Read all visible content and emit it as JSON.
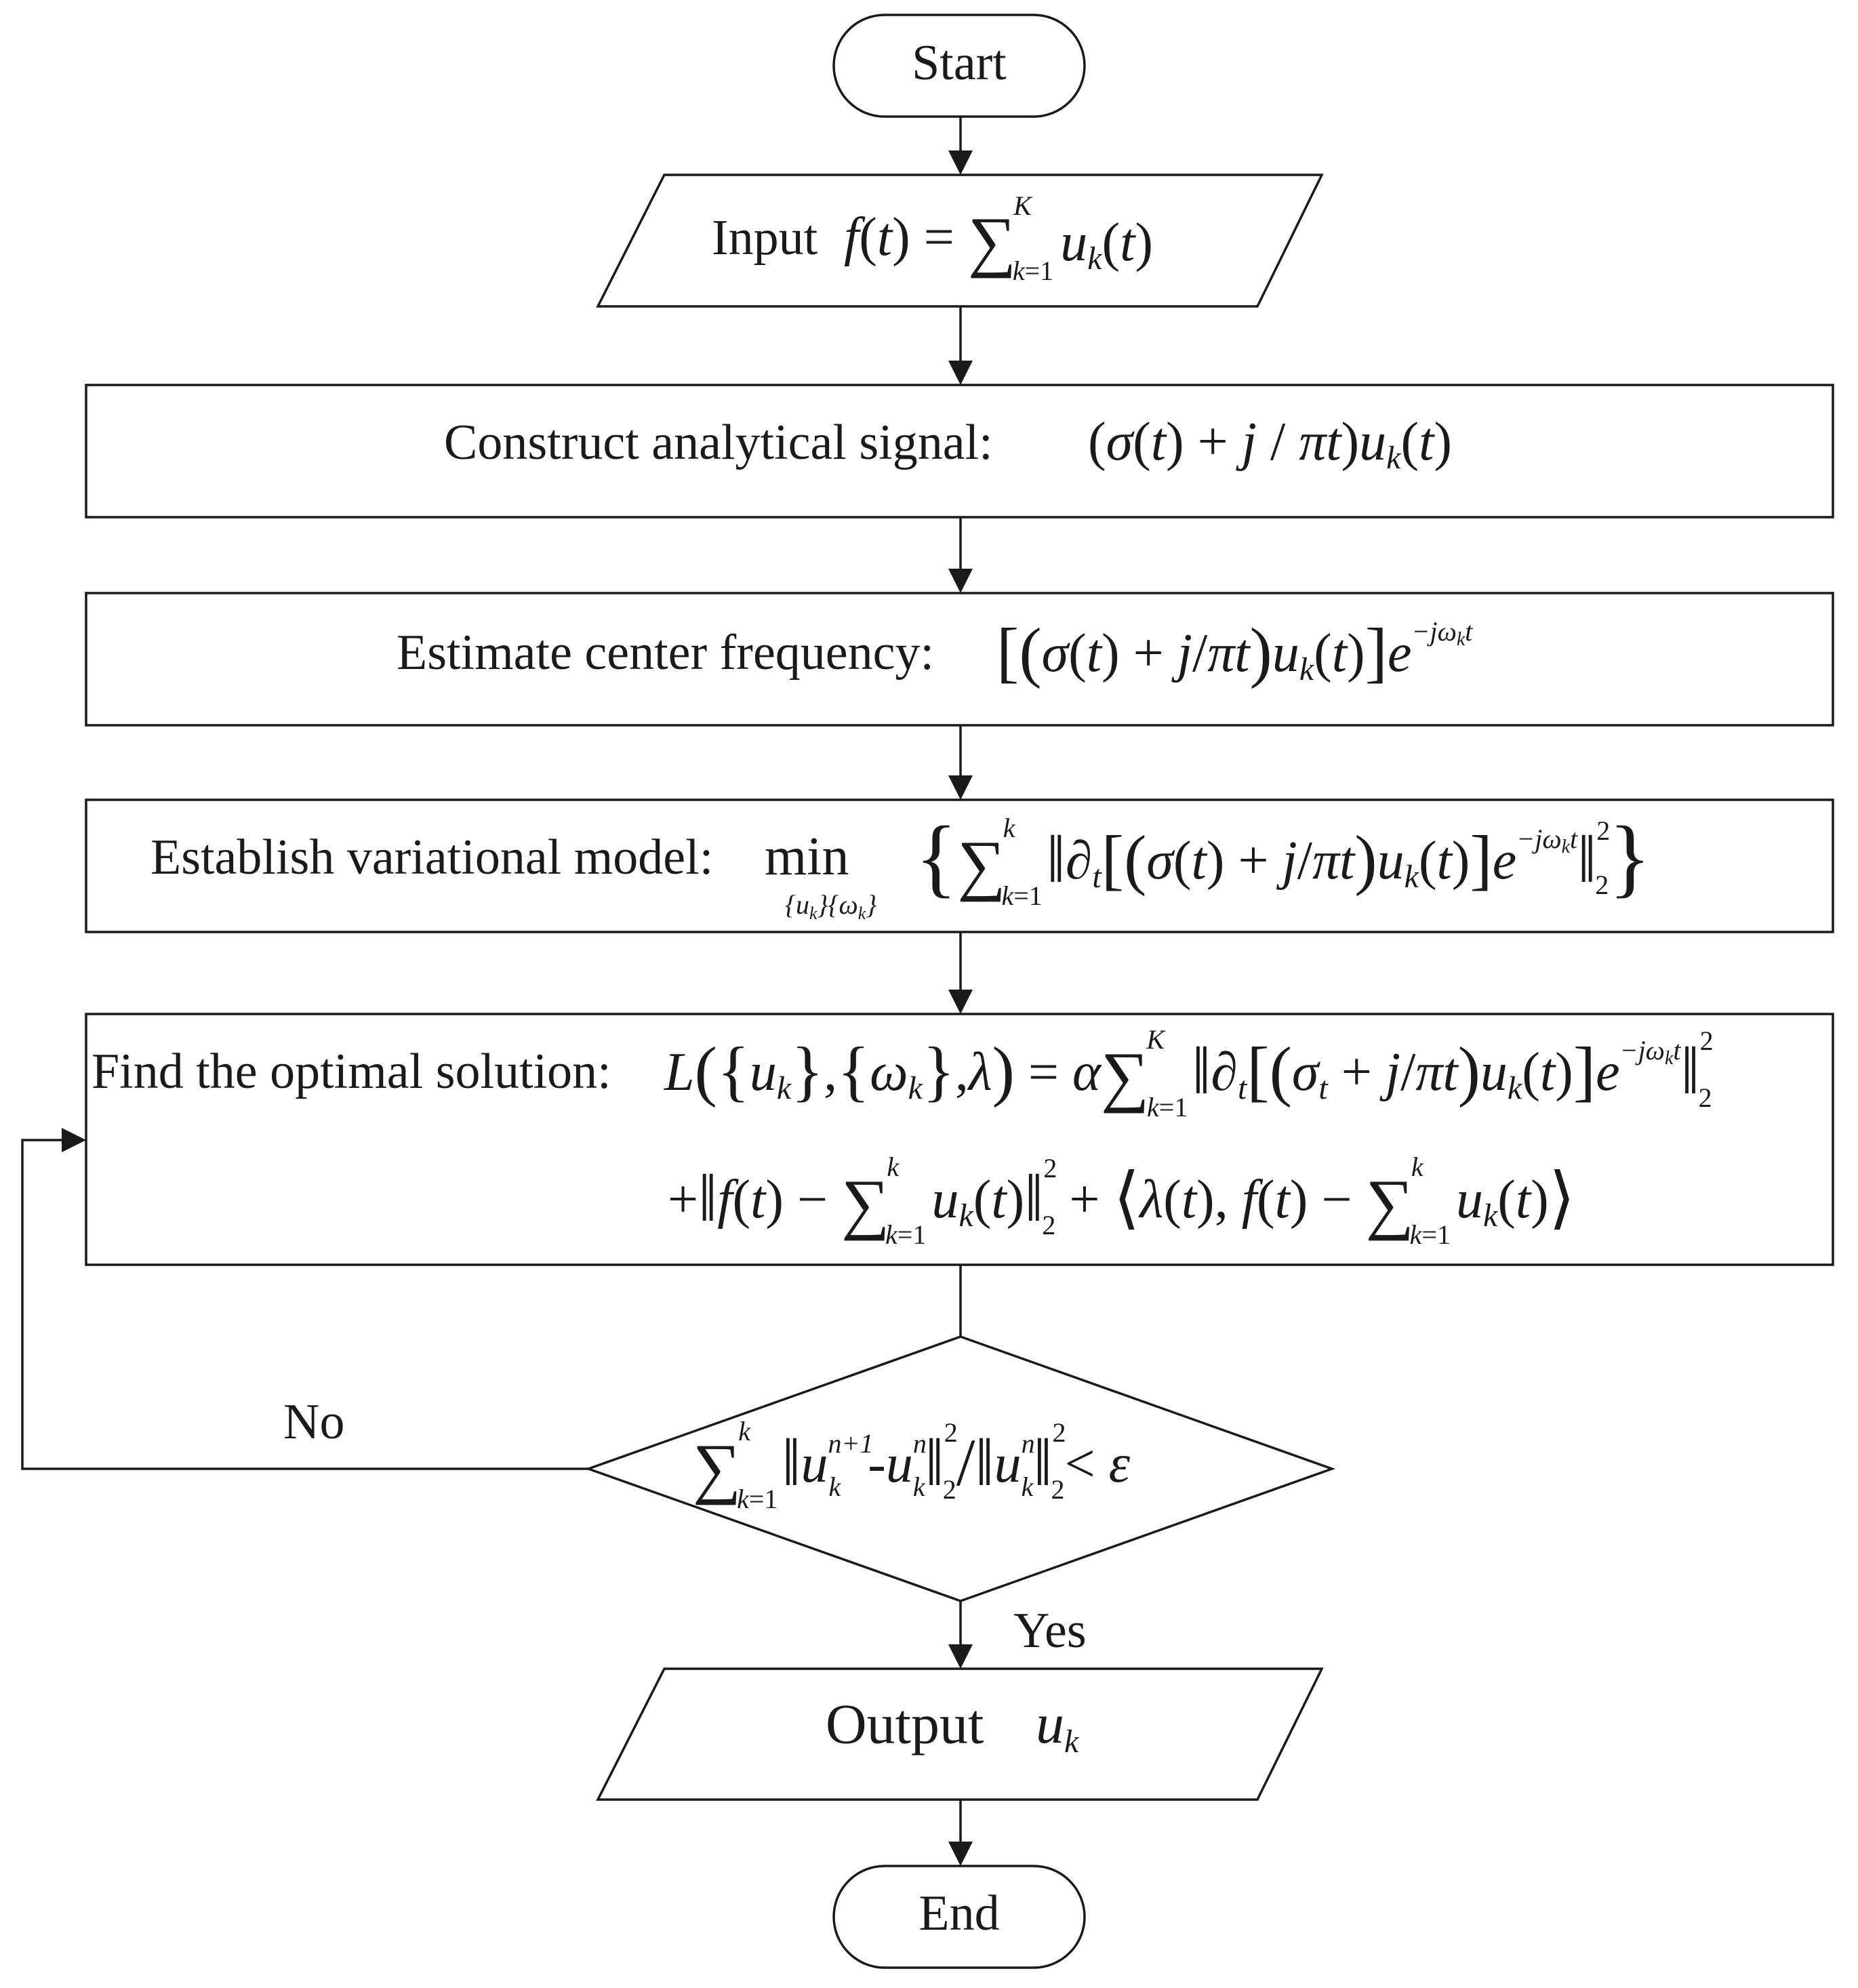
{
  "nodes": {
    "start": "Start",
    "input": {
      "label": "Input",
      "formula": "f(t) = ∑_{k=1}^{K} u_k(t)"
    },
    "construct": {
      "label": "Construct analytical signal:",
      "formula": "(σ(t) + j / πt) u_k(t)"
    },
    "estimate": {
      "label": "Estimate center frequency:",
      "formula": "[(σ(t) + j/πt) u_k(t)] e^{−jω_k t}"
    },
    "establish": {
      "label": "Establish variational model:",
      "formula": "min_{{u_k}{ω_k}} {∑_{k=1}^{k} ‖∂_t[(σ(t) + j/πt) u_k(t)] e^{−jω_k t}‖_2^2}"
    },
    "find": {
      "label": "Find the optimal solution:",
      "formula_line1": "L({u_k},{ω_k},λ) = α∑_{k=1}^{K} ‖∂_t[(σ_t + j/πt) u_k(t)] e^{−jω_k t}‖_2^2",
      "formula_line2": "+ ‖f(t) − ∑_{k=1}^{k} u_k(t)‖_2^2 + ⟨λ(t), f(t) − ∑_{k=1}^{k} u_k(t)⟩"
    },
    "decision": {
      "formula": "∑_{k=1}^{k} ‖u_k^{n+1} - u_k^n‖_2^2 / ‖u_k^n‖_2^2 < ε"
    },
    "output": {
      "label": "Output",
      "formula": "u_k"
    },
    "end": "End"
  },
  "edges": {
    "no_label": "No",
    "yes_label": "Yes"
  },
  "colors": {
    "stroke": "#1a1a1a",
    "background": "#ffffff"
  }
}
